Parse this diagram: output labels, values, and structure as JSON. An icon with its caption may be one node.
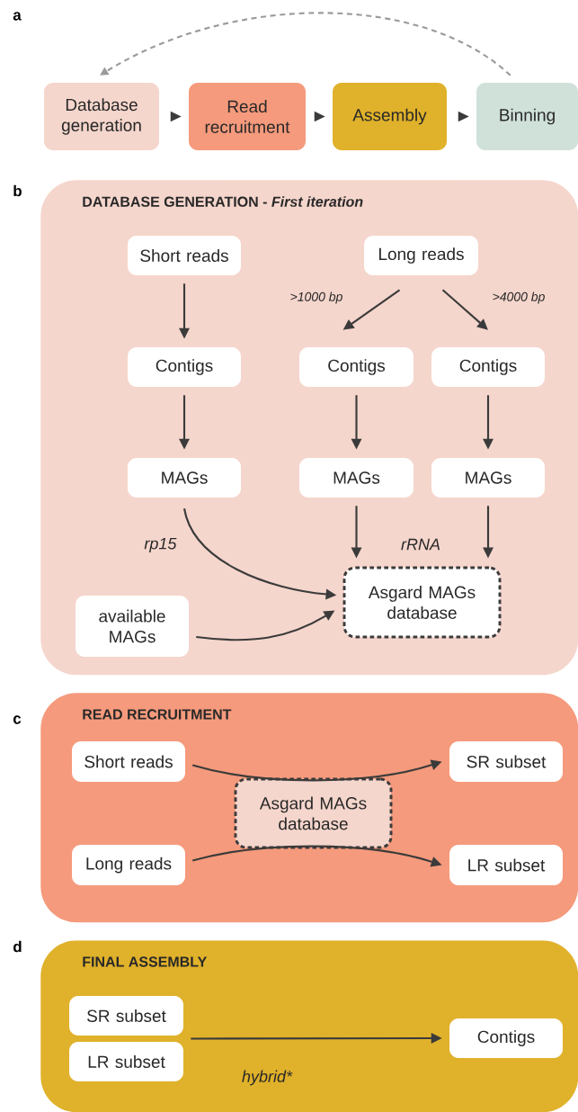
{
  "diagram": {
    "nodes": [
      {
        "text": [
          "Database generation"
        ]
      },
      {
        "text": [
          "Read recruitment"
        ]
      },
      {
        "text": [
          "Assembly"
        ]
      },
      {
        "text": [
          "Binning"
        ]
      },
      {
        "text": [
          "**DATABASE GENERATION -** *First iteration*"
        ]
      },
      {
        "text": [
          "Short reads"
        ],
        "in": 4
      },
      {
        "text": [
          "Long reads"
        ],
        "in": 4
      },
      {
        "text": [
          "Contigs"
        ],
        "in": 4
      },
      {
        "text": [
          "Contigs"
        ],
        "in": 4
      },
      {
        "text": [
          "Contigs"
        ],
        "in": 4
      },
      {
        "text": [
          "MAGs"
        ],
        "in": 4
      },
      {
        "text": [
          "MAGs"
        ],
        "in": 4
      },
      {
        "text": [
          "MAGs"
        ],
        "in": 4
      },
      {
        "text": [
          "Asgard MAGs database"
        ],
        "in": 4
      },
      {
        "text": [
          "available MAGs"
        ],
        "in": 4
      },
      {
        "text": [
          "READ RECRUITMENT"
        ]
      },
      {
        "text": [
          "Short reads"
        ],
        "in": 15
      },
      {
        "text": [
          "Long reads"
        ],
        "in": 15
      },
      {
        "text": [
          "Asgard MAGs database"
        ],
        "in": 15
      },
      {
        "text": [
          "SR subset"
        ],
        "in": 15
      },
      {
        "text": [
          "LR subset"
        ],
        "in": 15
      },
      {
        "text": [
          "FINAL ASSEMBLY"
        ]
      },
      {
        "text": [
          "SR subset"
        ],
        "in": 21
      },
      {
        "text": [
          "LR subset"
        ],
        "in": 21
      },
      {
        "text": [
          "Contigs"
        ],
        "in": 21
      }
    ],
    "edges": [
      {
        "from": 0,
        "to": 1,
        "arrow": "to"
      },
      {
        "from": 1,
        "to": 2,
        "arrow": "to"
      },
      {
        "from": 2,
        "to": 3,
        "arrow": "to"
      },
      {
        "from": 3,
        "to": 0,
        "arrow": "to",
        "style": "dashed",
        "color": "#9a9a9a"
      },
      {
        "from": 5,
        "to": 7,
        "arrow": "to"
      },
      {
        "from": 6,
        "to": 8,
        "arrow": "to",
        "label": ">1000 bp"
      },
      {
        "from": 6,
        "to": 9,
        "arrow": "to",
        "label": ">4000 bp"
      },
      {
        "from": 7,
        "to": 10,
        "arrow": "to"
      },
      {
        "from": 8,
        "to": 11,
        "arrow": "to"
      },
      {
        "from": 9,
        "to": 12,
        "arrow": "to"
      },
      {
        "from": 10,
        "to": 13,
        "arrow": "to",
        "label": "rp15"
      },
      {
        "from": 11,
        "to": 13,
        "arrow": "to",
        "label": "rRNA"
      },
      {
        "from": 12,
        "to": 13,
        "arrow": "to"
      },
      {
        "from": 14,
        "to": 13,
        "arrow": "to"
      },
      {
        "from": 16,
        "to": 19,
        "arrow": "to"
      },
      {
        "from": 17,
        "to": 20,
        "arrow": "to"
      },
      {
        "from": 22,
        "to": 24,
        "arrow": "to",
        "label": "hybrid*"
      },
      {
        "from": 23,
        "to": 24,
        "arrow": "to"
      }
    ],
    "labels": [
      "a",
      "b",
      "c",
      "d"
    ]
  }
}
